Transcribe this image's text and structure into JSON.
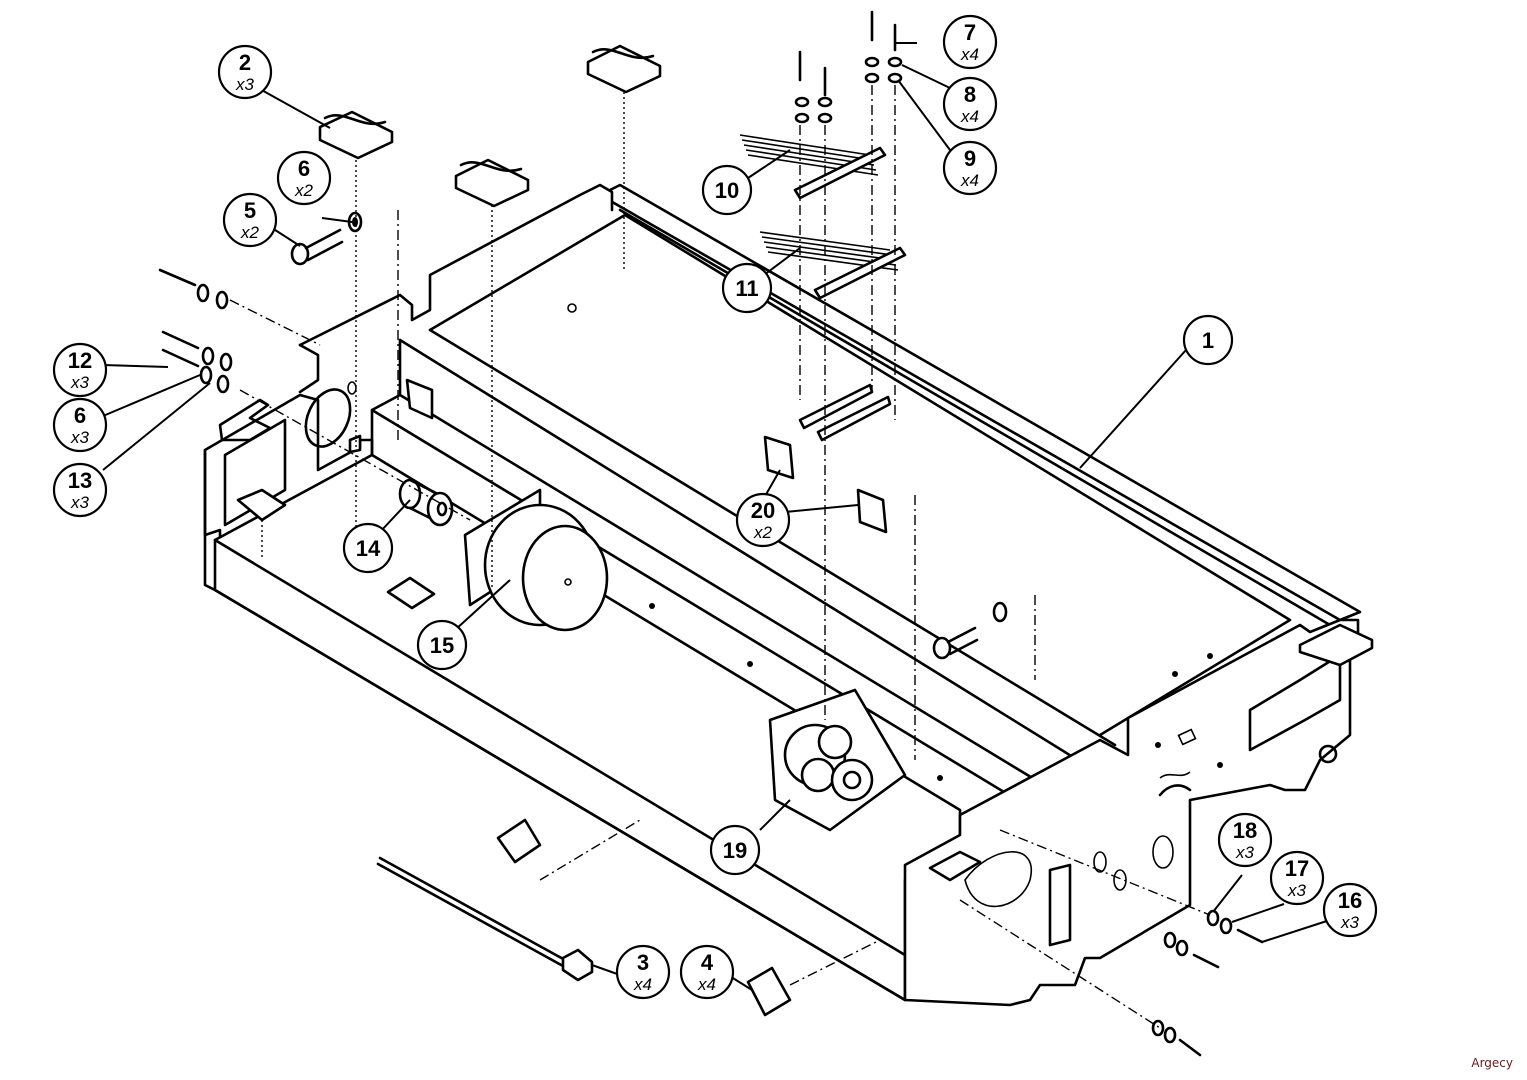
{
  "diagram": {
    "type": "exploded-parts-view",
    "callouts": [
      {
        "id": "c1",
        "part": "1",
        "qty": ""
      },
      {
        "id": "c2",
        "part": "2",
        "qty": "x3"
      },
      {
        "id": "c3",
        "part": "3",
        "qty": "x4"
      },
      {
        "id": "c4",
        "part": "4",
        "qty": "x4"
      },
      {
        "id": "c5",
        "part": "5",
        "qty": "x2"
      },
      {
        "id": "c6a",
        "part": "6",
        "qty": "x2"
      },
      {
        "id": "c6b",
        "part": "6",
        "qty": "x3"
      },
      {
        "id": "c7",
        "part": "7",
        "qty": "x4"
      },
      {
        "id": "c8",
        "part": "8",
        "qty": "x4"
      },
      {
        "id": "c9",
        "part": "9",
        "qty": "x4"
      },
      {
        "id": "c10",
        "part": "10",
        "qty": ""
      },
      {
        "id": "c11",
        "part": "11",
        "qty": ""
      },
      {
        "id": "c12",
        "part": "12",
        "qty": "x3"
      },
      {
        "id": "c13",
        "part": "13",
        "qty": "x3"
      },
      {
        "id": "c14",
        "part": "14",
        "qty": ""
      },
      {
        "id": "c15",
        "part": "15",
        "qty": ""
      },
      {
        "id": "c16",
        "part": "16",
        "qty": "x3"
      },
      {
        "id": "c17",
        "part": "17",
        "qty": "x3"
      },
      {
        "id": "c18",
        "part": "18",
        "qty": "x3"
      },
      {
        "id": "c19",
        "part": "19",
        "qty": ""
      },
      {
        "id": "c20",
        "part": "20",
        "qty": "x2"
      }
    ]
  },
  "watermark": "Argecy"
}
